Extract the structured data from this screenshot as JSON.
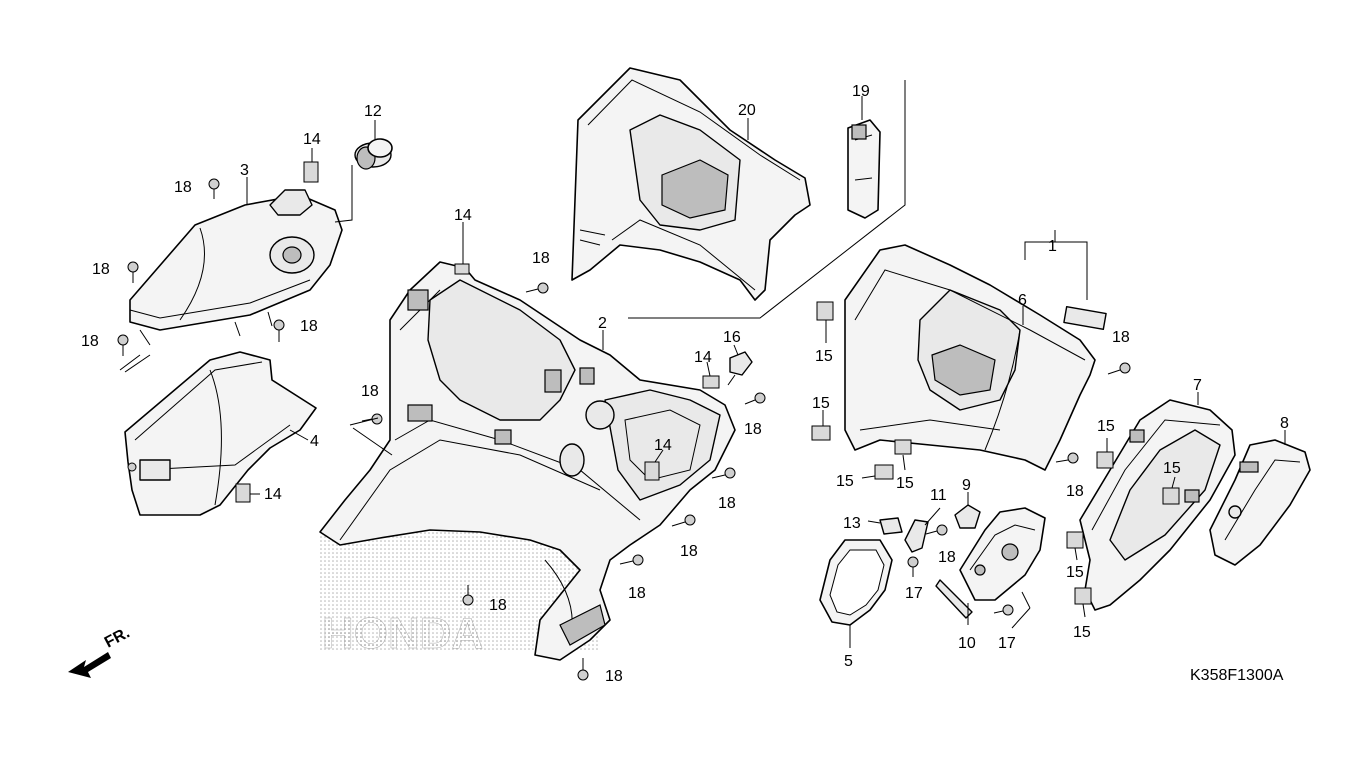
{
  "diagram": {
    "drawing_code": "K358F1300A",
    "direction_label": "FR.",
    "watermark": "HONDA",
    "part_labels": [
      "1",
      "2",
      "3",
      "4",
      "5",
      "6",
      "7",
      "8",
      "9",
      "10",
      "11",
      "12",
      "13",
      "14",
      "15",
      "16",
      "17",
      "18",
      "19",
      "20"
    ],
    "callouts": [
      {
        "id": "c1",
        "text": "1"
      },
      {
        "id": "c2",
        "text": "2"
      },
      {
        "id": "c3",
        "text": "3"
      },
      {
        "id": "c4",
        "text": "4"
      },
      {
        "id": "c5",
        "text": "5"
      },
      {
        "id": "c6",
        "text": "6"
      },
      {
        "id": "c7",
        "text": "7"
      },
      {
        "id": "c8",
        "text": "8"
      },
      {
        "id": "c9",
        "text": "9"
      },
      {
        "id": "c10",
        "text": "10"
      },
      {
        "id": "c11",
        "text": "11"
      },
      {
        "id": "c12",
        "text": "12"
      },
      {
        "id": "c13",
        "text": "13"
      },
      {
        "id": "c14a",
        "text": "14"
      },
      {
        "id": "c14b",
        "text": "14"
      },
      {
        "id": "c14c",
        "text": "14"
      },
      {
        "id": "c14d",
        "text": "14"
      },
      {
        "id": "c14e",
        "text": "14"
      },
      {
        "id": "c15a",
        "text": "15"
      },
      {
        "id": "c15b",
        "text": "15"
      },
      {
        "id": "c15c",
        "text": "15"
      },
      {
        "id": "c15d",
        "text": "15"
      },
      {
        "id": "c15e",
        "text": "15"
      },
      {
        "id": "c15f",
        "text": "15"
      },
      {
        "id": "c15g",
        "text": "15"
      },
      {
        "id": "c15h",
        "text": "15"
      },
      {
        "id": "c16",
        "text": "16"
      },
      {
        "id": "c17a",
        "text": "17"
      },
      {
        "id": "c17b",
        "text": "17"
      },
      {
        "id": "c18a",
        "text": "18"
      },
      {
        "id": "c18b",
        "text": "18"
      },
      {
        "id": "c18c",
        "text": "18"
      },
      {
        "id": "c18d",
        "text": "18"
      },
      {
        "id": "c18e",
        "text": "18"
      },
      {
        "id": "c18f",
        "text": "18"
      },
      {
        "id": "c18g",
        "text": "18"
      },
      {
        "id": "c18h",
        "text": "18"
      },
      {
        "id": "c18i",
        "text": "18"
      },
      {
        "id": "c18j",
        "text": "18"
      },
      {
        "id": "c18k",
        "text": "18"
      },
      {
        "id": "c18l",
        "text": "18"
      },
      {
        "id": "c18m",
        "text": "18"
      },
      {
        "id": "c18n",
        "text": "18"
      },
      {
        "id": "c18o",
        "text": "18"
      },
      {
        "id": "c19",
        "text": "19"
      },
      {
        "id": "c20",
        "text": "20"
      }
    ]
  }
}
